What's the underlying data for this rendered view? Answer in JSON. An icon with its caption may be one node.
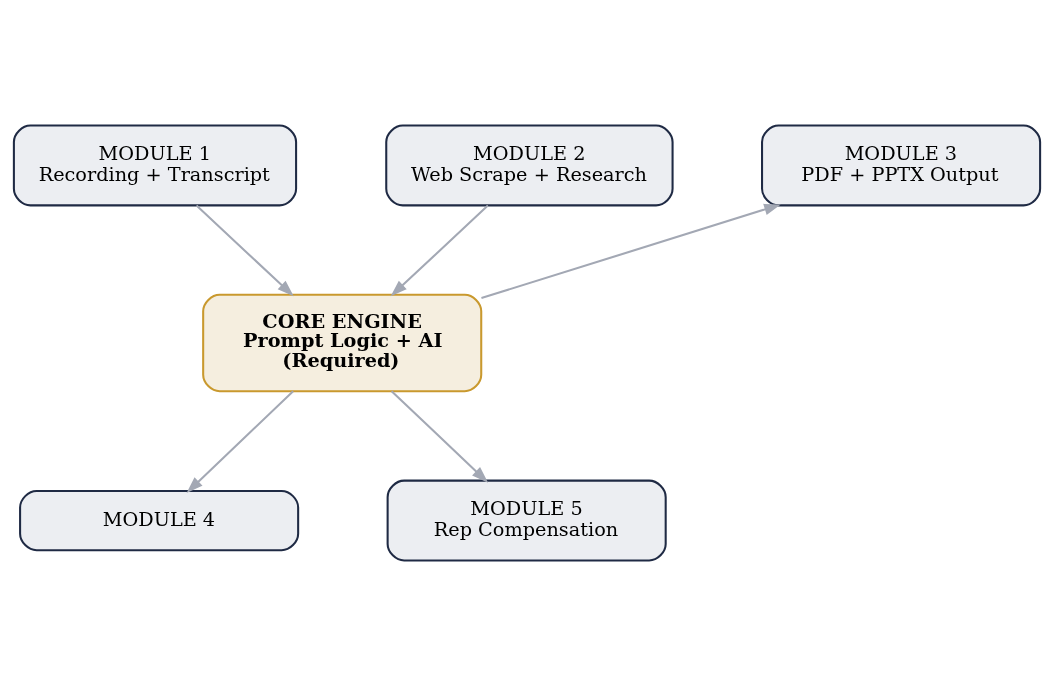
{
  "diagram": {
    "nodes": [
      {
        "text": [
          "MODULE 1",
          "Recording + Transcript"
        ]
      },
      {
        "text": [
          "MODULE 2",
          "Web Scrape + Research"
        ]
      },
      {
        "text": [
          "MODULE 3",
          "PDF + PPTX Output"
        ]
      },
      {
        "text": [
          "CORE ENGINE",
          "Prompt Logic + AI",
          "(Required)"
        ]
      },
      {
        "text": [
          "MODULE 4"
        ]
      },
      {
        "text": [
          "MODULE 5",
          "Rep Compensation"
        ]
      }
    ],
    "edges": [
      {
        "from": 0,
        "to": 3,
        "arrow": "to"
      },
      {
        "from": 1,
        "to": 3,
        "arrow": "to"
      },
      {
        "from": 3,
        "to": 2,
        "arrow": "to"
      },
      {
        "from": 3,
        "to": 4,
        "arrow": "to"
      },
      {
        "from": 3,
        "to": 5,
        "arrow": "to"
      }
    ]
  }
}
